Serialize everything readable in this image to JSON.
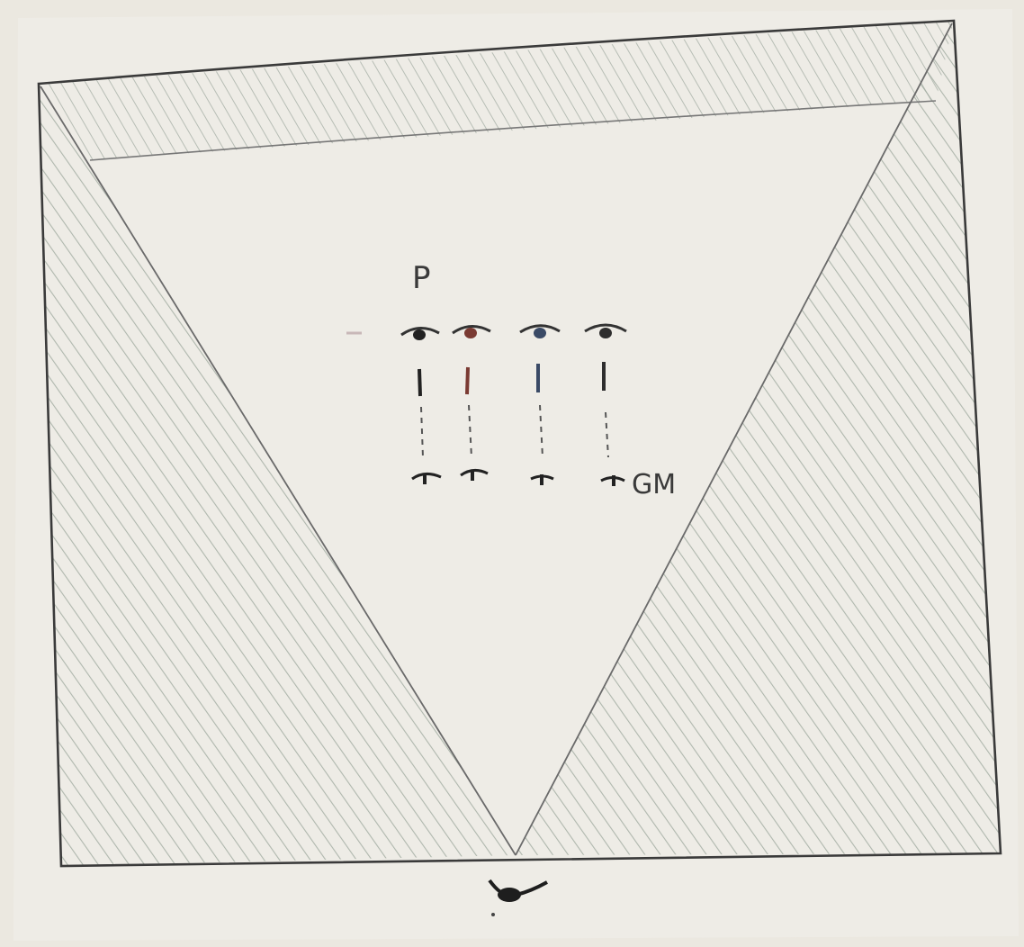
{
  "labels": {
    "top_marker": "P",
    "bottom_marker": "GM"
  },
  "colors": {
    "paper": "#eeece6",
    "frame_line": "#3a3a3a",
    "hatch": "#9aa59a",
    "eye_colors": [
      "#222222",
      "#7a3a32",
      "#3a4a66",
      "#2e2e2e"
    ]
  },
  "figures": {
    "top_row_count": 4,
    "bottom_row_count": 4
  }
}
